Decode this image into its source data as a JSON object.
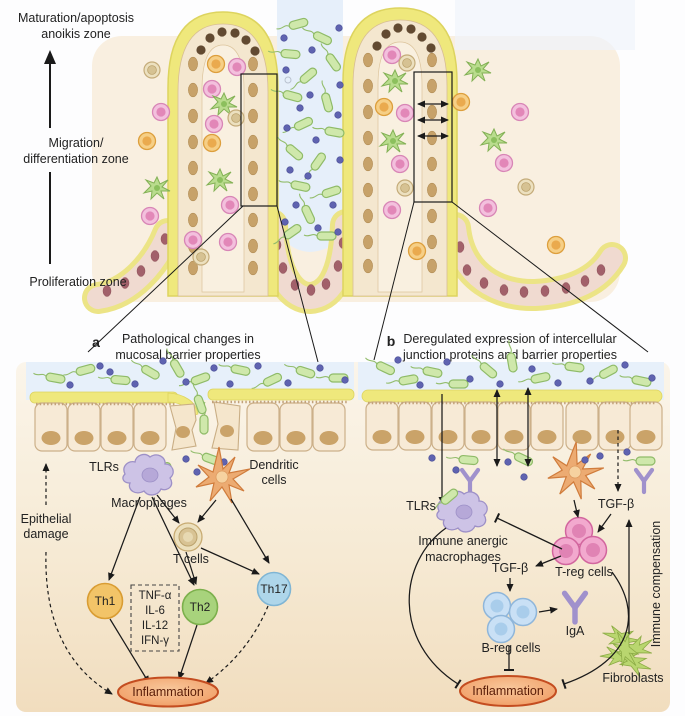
{
  "figure": {
    "zone_maturation_1": "Maturation/apoptosis",
    "zone_maturation_2": "anoikis zone",
    "zone_migration_1": "Migration/",
    "zone_migration_2": "differentiation zone",
    "zone_proliferation": "Proliferation zone"
  },
  "panel_a": {
    "key": "a",
    "title_1": "Pathological changes in",
    "title_2": "mucosal barrier properties",
    "tlrs": "TLRs",
    "macrophages": "Macrophages",
    "dendritic_1": "Dendritic",
    "dendritic_2": "cells",
    "epithelial_damage_1": "Epithelial",
    "epithelial_damage_2": "damage",
    "t_cells": "T cells",
    "th1": "Th1",
    "th2": "Th2",
    "th17": "Th17",
    "cytokines": [
      "TNF-α",
      "IL-6",
      "IL-12",
      "IFN-γ"
    ],
    "inflammation": "Inflammation"
  },
  "panel_b": {
    "key": "b",
    "title_1": "Deregulated expression of intercellular",
    "title_2": "junction proteins and barrier properties",
    "tlrs": "TLRs",
    "immune_anergic_1": "Immune anergic",
    "immune_anergic_2": "macrophages",
    "tgf_beta_epithelium": "TGF-β",
    "treg_cells": "T-reg cells",
    "tgf_beta_treg": "TGF-β",
    "breg_cells": "B-reg cells",
    "iga": "IgA",
    "inflammation": "Inflammation",
    "fibroblasts": "Fibroblasts",
    "immune_compensation": "Immune compensation"
  },
  "colors": {
    "mucus_yellow": "#efe87c",
    "bacteria_green": "#cfe8ab",
    "microbe_dot_purple": "#5f63b0",
    "epithelium_fill": "#f6e9d3",
    "nucleus_tan": "#c7a269",
    "macrophage_purple": "#cdc3e6",
    "dendritic_orange": "#ecab72",
    "th1_orange": "#f2c468",
    "th2_green": "#a8d37c",
    "th17_blue": "#aed6ea",
    "treg_pink": "#f2a9ce",
    "breg_blue": "#c9e0f5",
    "iga_purple": "#a091cc",
    "inflammation_orange": "#f2a36a",
    "inflammation_border": "#c44d20",
    "fibroblast_green": "#b9d66f",
    "lumen_blue": "#e6effa",
    "tissue_cream": "#f8eedd"
  }
}
